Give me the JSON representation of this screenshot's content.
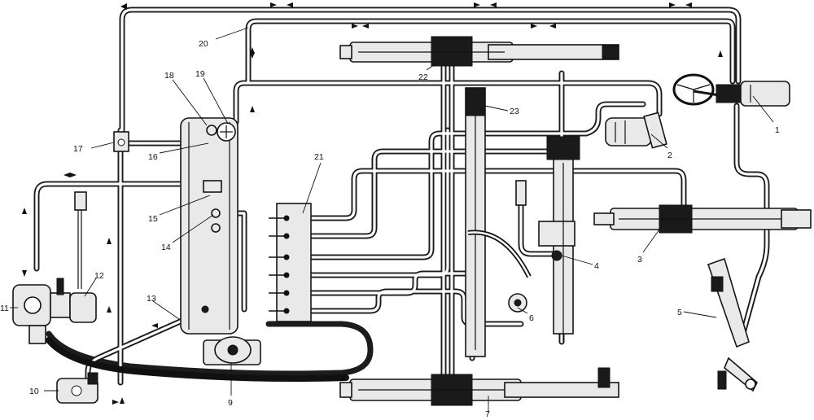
{
  "diagram": {
    "labels": {
      "l1": "1",
      "l2": "2",
      "l3": "3",
      "l4": "4",
      "l5": "5",
      "l6": "6",
      "l7": "7",
      "l9": "9",
      "l10": "10",
      "l11": "11",
      "l12": "12",
      "l13": "13",
      "l14": "14",
      "l15": "15",
      "l16": "16",
      "l17": "17",
      "l18": "18",
      "l19": "19",
      "l20": "20",
      "l21": "21",
      "l22": "22",
      "l23": "23"
    },
    "colors": {
      "line": "#1c1c1c",
      "background": "#ffffff",
      "component_fill": "#e9e9e9"
    }
  }
}
